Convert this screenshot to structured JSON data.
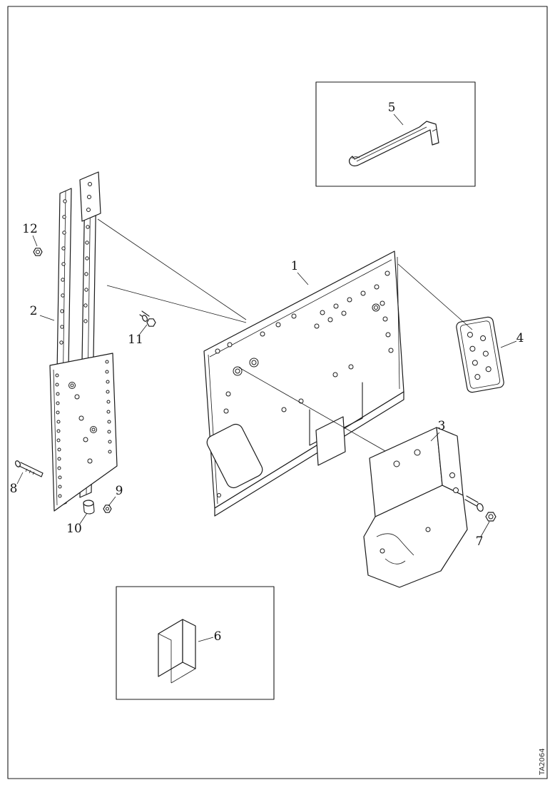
{
  "figure": {
    "code": "TA2064",
    "callouts": {
      "c1": "1",
      "c2": "2",
      "c3": "3",
      "c4": "4",
      "c5": "5",
      "c6": "6",
      "c7": "7",
      "c8": "8",
      "c9": "9",
      "c10": "10",
      "c11": "11",
      "c12": "12"
    }
  }
}
